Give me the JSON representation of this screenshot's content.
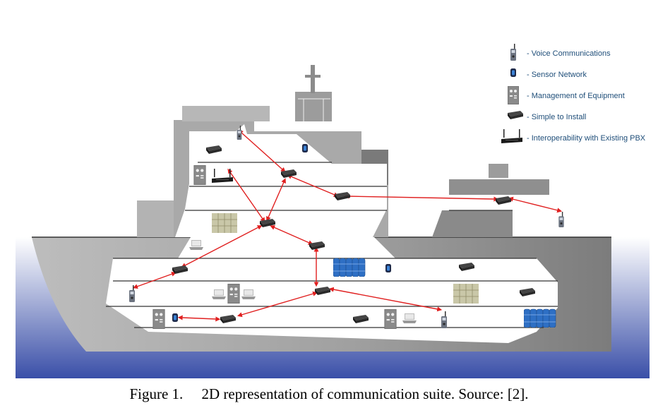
{
  "legend": {
    "voice": "- Voice Communications",
    "sensor": "- Sensor Network",
    "management": "- Management of Equipment",
    "install": "- Simple to Install",
    "pbx": "- Interoperability with Existing PBX"
  },
  "caption": {
    "label": "Figure 1.",
    "text": "2D representation of communication suite. Source: [2]."
  },
  "colors": {
    "link": "#e02020",
    "hull": "#a8a8a8",
    "hull_dark": "#6e6e6e",
    "water_top": "#ffffff",
    "water_bottom": "#3a4fa8",
    "barrel": "#2e6fc4",
    "pallet": "#c9c7a8"
  }
}
